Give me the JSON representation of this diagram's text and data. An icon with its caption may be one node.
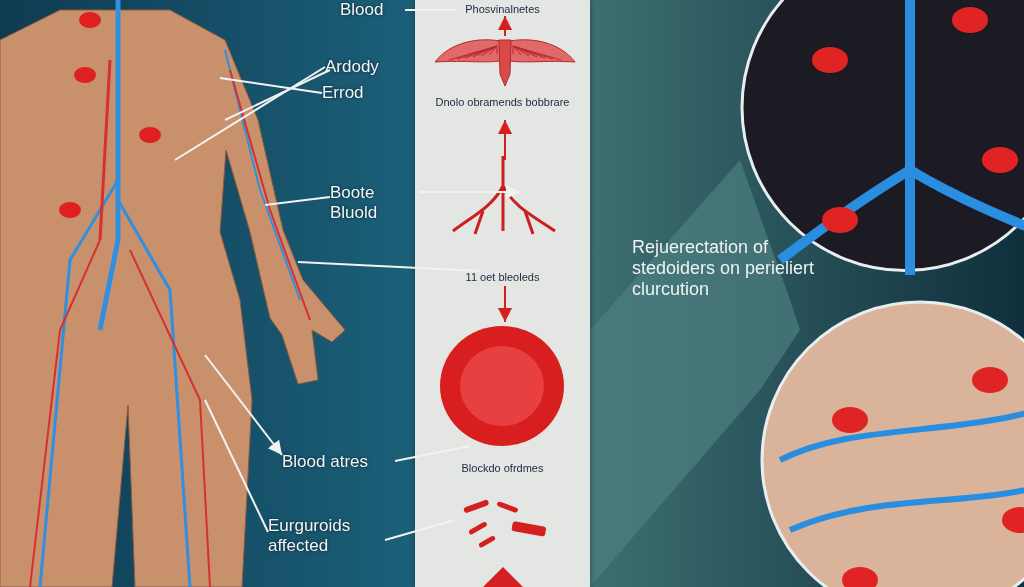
{
  "diagram": {
    "nodes": [
      {
        "text": [],
        "shape": "picture"
      },
      {
        "text": [
          "Blood"
        ]
      },
      {
        "text": [
          "Ardody"
        ]
      },
      {
        "text": [
          "Errod"
        ]
      },
      {
        "text": [
          "Boote Bluold"
        ]
      },
      {
        "text": [
          "Blood atres"
        ]
      },
      {
        "text": [
          "Eurguroids affected"
        ]
      },
      {
        "text": [],
        "shape": "box"
      },
      {
        "text": [
          "Phosvinalnetes"
        ],
        "in": 7
      },
      {
        "text": [],
        "shape": "picture",
        "in": 7
      },
      {
        "text": [
          "Dnolo obramends bobbrare"
        ],
        "in": 7
      },
      {
        "text": [],
        "shape": "picture",
        "in": 7
      },
      {
        "text": [
          "11 oet bleoleds"
        ],
        "in": 7
      },
      {
        "text": [],
        "shape": "picture",
        "in": 7
      },
      {
        "text": [
          "Blockdo ofrdmes"
        ],
        "in": 7
      },
      {
        "text": [],
        "shape": "picture",
        "in": 7
      },
      {
        "text": [],
        "shape": "picture"
      },
      {
        "text": [],
        "shape": "picture"
      }
    ],
    "edges": [
      {
        "from": 1,
        "to": 8,
        "arrow": "none"
      },
      {
        "from": 2,
        "to": 0,
        "arrow": "none"
      },
      {
        "from": 2,
        "to": 0,
        "arrow": "none"
      },
      {
        "from": 3,
        "to": 0,
        "arrow": "none"
      },
      {
        "from": 4,
        "to": 0,
        "arrow": "none"
      },
      {
        "from": null,
        "to": 11,
        "arrow": "to"
      },
      {
        "from": 0,
        "to": 12,
        "arrow": "none"
      },
      {
        "from": 0,
        "to": 5,
        "arrow": "to"
      },
      {
        "from": 5,
        "to": 13,
        "arrow": "none"
      },
      {
        "from": 0,
        "to": 6,
        "arrow": "none"
      },
      {
        "from": 6,
        "to": 15,
        "arrow": "none"
      },
      {
        "from": 9,
        "to": 8,
        "arrow": "to",
        "color": "#d42020"
      },
      {
        "from": 11,
        "to": 10,
        "arrow": "to",
        "color": "#d42020"
      },
      {
        "from": 12,
        "to": 13,
        "arrow": "to",
        "color": "#d42020"
      }
    ],
    "labels": [
      "Rejuerectation of stedoiders on perieliert clurcution"
    ]
  }
}
